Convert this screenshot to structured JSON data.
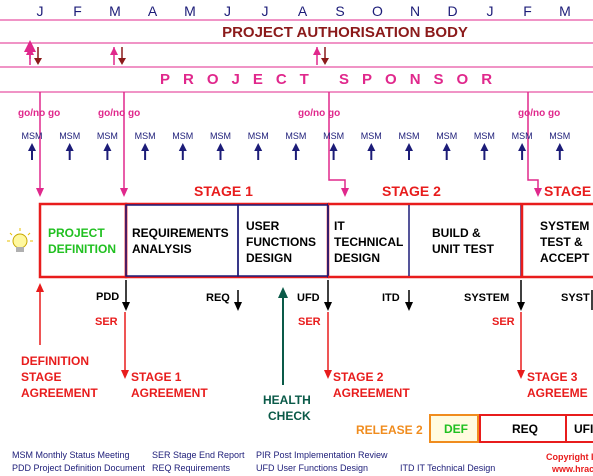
{
  "months": [
    "J",
    "F",
    "M",
    "A",
    "M",
    "J",
    "J",
    "A",
    "S",
    "O",
    "N",
    "D",
    "J",
    "F",
    "M"
  ],
  "authorisation_body": "PROJECT AUTHORISATION BODY",
  "sponsor": "PROJECT SPONSOR",
  "gonogo": [
    "go/no go",
    "go/no go",
    "go/no go",
    "go/no go"
  ],
  "msm_label": "MSM",
  "stages": [
    "STAGE 1",
    "STAGE 2",
    "STAGE"
  ],
  "boxes": {
    "definition": [
      "PROJECT",
      "DEFINITION"
    ],
    "requirements": [
      "REQUIREMENTS",
      "ANALYSIS"
    ],
    "user_functions": [
      "USER",
      "FUNCTIONS",
      "DESIGN"
    ],
    "it_technical": [
      "IT",
      "TECHNICAL",
      "DESIGN"
    ],
    "build": [
      "BUILD &",
      "UNIT TEST"
    ],
    "system": [
      "SYSTEM",
      "TEST &",
      "ACCEPT"
    ]
  },
  "docs": {
    "pdd": "PDD",
    "req": "REQ",
    "ufd": "UFD",
    "itd": "ITD",
    "system": "SYSTEM",
    "syst": "SYST"
  },
  "ser": "SER",
  "agreements": {
    "definition": [
      "DEFINITION",
      "STAGE",
      "AGREEMENT"
    ],
    "stage1": [
      "STAGE 1",
      "AGREEMENT"
    ],
    "stage2": [
      "STAGE 2",
      "AGREEMENT"
    ],
    "stage3": [
      "STAGE 3",
      "AGREEME"
    ]
  },
  "health_check": [
    "HEALTH",
    "CHECK"
  ],
  "release": {
    "label": "RELEASE 2",
    "def": "DEF",
    "req": "REQ",
    "ufd": "UFI"
  },
  "legend": {
    "row1": [
      "MSM  Monthly Status Meeting",
      "SER Stage End Report",
      "PIR Post Implementation Review"
    ],
    "row2": [
      "PDD Project Definition Document",
      "REQ Requirements",
      "UFD User Functions Design",
      "ITD  IT Technical Design"
    ]
  },
  "copyright": [
    "Copyright I",
    "www.hrac"
  ],
  "colors": {
    "pink": "#e0288c",
    "maroon": "#8b1a1a",
    "red": "#e81c1c",
    "navy": "#1c1c78",
    "green": "#20c020",
    "teal": "#0a5a48",
    "orange": "#f08c1e"
  },
  "icons": [
    "lightbulb-icon"
  ]
}
